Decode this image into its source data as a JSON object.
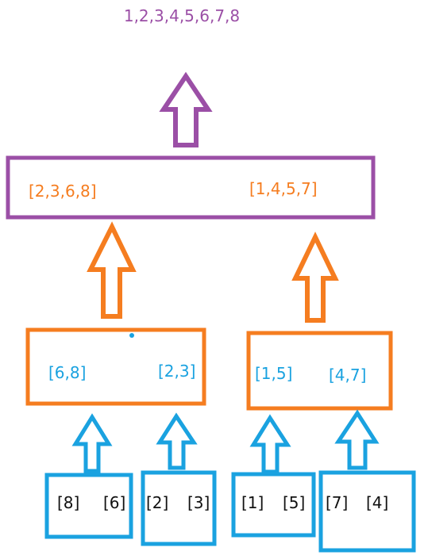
{
  "colors": {
    "purple": "#9b4fa6",
    "orange": "#f57d20",
    "blue": "#1aa2e0",
    "black": "#111111"
  },
  "result": {
    "text": "1,2,3,4,5,6,7,8"
  },
  "level2": {
    "left": "[2,3,6,8]",
    "right": "[1,4,5,7]"
  },
  "level1": {
    "box_a": {
      "left": "[6,8]",
      "right": "[2,3]"
    },
    "box_b": {
      "left": "[1,5]",
      "right": "[4,7]"
    }
  },
  "leaves": [
    {
      "left": "[8]",
      "right": "[6]"
    },
    {
      "left": "[2]",
      "right": "[3]"
    },
    {
      "left": "[1]",
      "right": "[5]"
    },
    {
      "left": "[7]",
      "right": "[4]"
    }
  ]
}
